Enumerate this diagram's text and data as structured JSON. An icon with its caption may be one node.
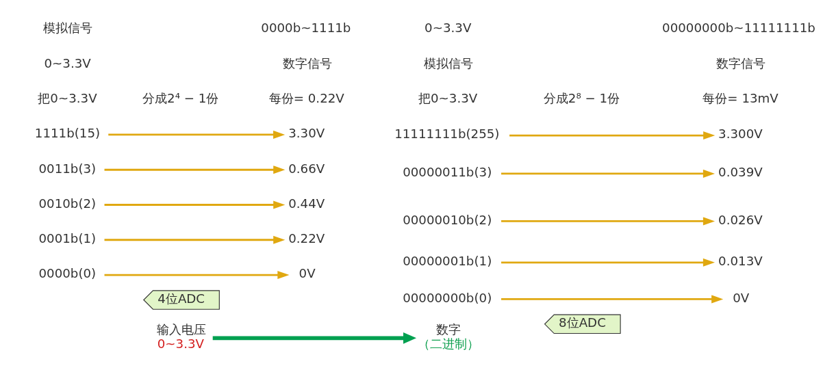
{
  "diagram": {
    "nodes": [
      {
        "text": [
          "输入电压",
          "0~3.3V"
        ]
      },
      {
        "text": [
          "数字",
          "（二进制）"
        ]
      },
      {
        "text": [
          "4位ADC"
        ]
      },
      {
        "text": [
          "8位ADC"
        ]
      },
      {
        "text": [
          "0000b(0)"
        ]
      },
      {
        "text": [
          "0V"
        ]
      },
      {
        "text": [
          "0001b(1)"
        ]
      },
      {
        "text": [
          "0.22V"
        ]
      },
      {
        "text": [
          "0010b(2)"
        ]
      },
      {
        "text": [
          "0.44V"
        ]
      },
      {
        "text": [
          "0011b(3)"
        ]
      },
      {
        "text": [
          "0.66V"
        ]
      },
      {
        "text": [
          "1111b(15)"
        ]
      },
      {
        "text": [
          "3.30V"
        ]
      },
      {
        "text": [
          "00000000b(0)"
        ]
      },
      {
        "text": [
          "0V"
        ]
      },
      {
        "text": [
          "00000001b(1)"
        ]
      },
      {
        "text": [
          "0.013V"
        ]
      },
      {
        "text": [
          "00000010b(2)"
        ]
      },
      {
        "text": [
          "0.026V"
        ]
      },
      {
        "text": [
          "00000011b(3)"
        ]
      },
      {
        "text": [
          "0.039V"
        ]
      },
      {
        "text": [
          "11111111b(255)"
        ]
      },
      {
        "text": [
          "3.300V"
        ]
      }
    ],
    "edges": [
      {
        "from": 0,
        "to": 1,
        "arrow": "to",
        "style": "thick",
        "color": "#00a050"
      },
      {
        "from": 4,
        "to": 5,
        "arrow": "to"
      },
      {
        "from": 6,
        "to": 7,
        "arrow": "to"
      },
      {
        "from": 8,
        "to": 9,
        "arrow": "to"
      },
      {
        "from": 10,
        "to": 11,
        "arrow": "to"
      },
      {
        "from": 12,
        "to": 13,
        "arrow": "to"
      },
      {
        "from": 14,
        "to": 15,
        "arrow": "to"
      },
      {
        "from": 16,
        "to": 17,
        "arrow": "to"
      },
      {
        "from": 18,
        "to": 19,
        "arrow": "to"
      },
      {
        "from": 20,
        "to": 21,
        "arrow": "to"
      },
      {
        "from": 22,
        "to": 23,
        "arrow": "to"
      }
    ],
    "labels": [
      "模拟信号",
      "0~3.3V",
      "数字信号",
      "0000b~1111b",
      "模拟信号",
      "0~3.3V",
      "数字信号",
      "00000000b~11111111b",
      "把0~3.3V",
      "分成2⁴ − 1份",
      "每份= 0.22V",
      "把0~3.3V",
      "分成2⁸ − 1份",
      "每份= 13mV"
    ]
  }
}
